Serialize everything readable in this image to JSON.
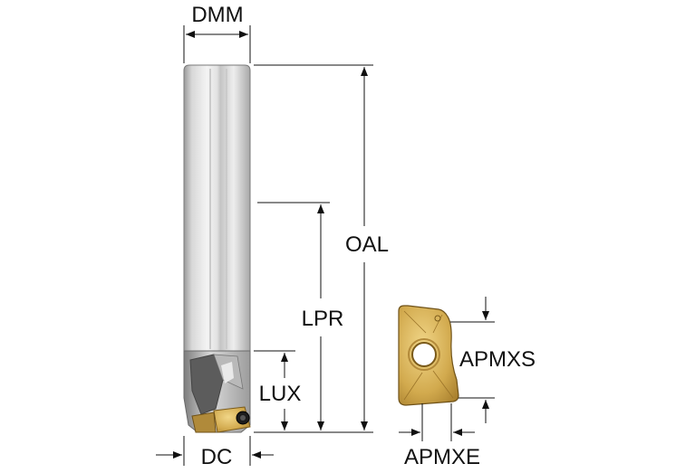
{
  "labels": {
    "dmm": "DMM",
    "oal": "OAL",
    "lpr": "LPR",
    "lux": "LUX",
    "dc": "DC",
    "apmxs": "APMXS",
    "apmxe": "APMXE"
  },
  "colors": {
    "shank_light": "#f2f2f2",
    "shank_mid": "#c9c9c9",
    "shank_dark": "#8e8e8e",
    "insert_gold": "#c9a24a",
    "insert_gold_light": "#e6c877",
    "line": "#111111"
  },
  "icons": {
    "tool": "end-mill-illustration",
    "insert": "indexable-insert-illustration"
  }
}
